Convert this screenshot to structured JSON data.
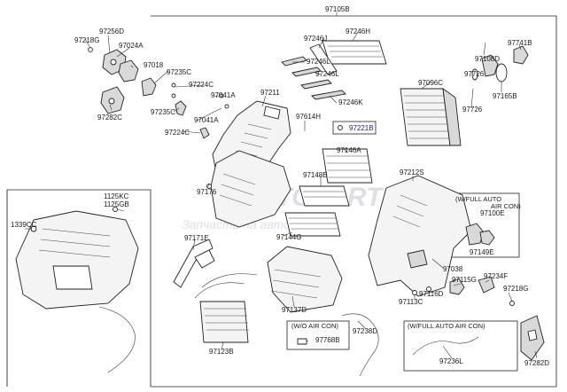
{
  "labels": {
    "p97105B": "97105B",
    "p97218G_a": "97218G",
    "p97256D": "97256D",
    "p97024A": "97024A",
    "p97018": "97018",
    "p97235C_a": "97235C",
    "p97282C": "97282C",
    "p97224C_a": "97224C",
    "p97041A_a": "97041A",
    "p97235C_b": "97235C",
    "p97041A_b": "97041A",
    "p97224C_b": "97224C",
    "p97211": "97211",
    "p97246J": "97246J",
    "p97246H": "97246H",
    "p97246L_a": "97246L",
    "p97246L_b": "97246L",
    "p97246K": "97246K",
    "p97614H": "97614H",
    "p97221B": "97221B",
    "p97108D": "97108D",
    "p97741B": "97741B",
    "p97726_a": "97726",
    "p97165B": "97165B",
    "p97096C": "97096C",
    "p97726_b": "97726",
    "p97146A": "97146A",
    "p97148B": "97148B",
    "p97212S": "97212S",
    "p97176": "97176",
    "p1125KC": "1125KC",
    "p1125GB": "1125GB",
    "p1339CC": "1339CC",
    "p97171E": "97171E",
    "p97144G": "97144G",
    "p97100E": "97100E",
    "p97149E": "97149E",
    "p97038": "97038",
    "p97115G": "97115G",
    "p97116D": "97116D",
    "p97234F": "97234F",
    "p97218G_b": "97218G",
    "p97113C": "97113C",
    "p97137D": "97137D",
    "p97238D": "97238D",
    "p97768B": "97768B",
    "p97123B": "97123B",
    "p97236L": "97236L",
    "p97282D": "97282D"
  },
  "notes": {
    "full_auto_top_1": "(W/FULL AUTO",
    "full_auto_top_2": "AIR CON)",
    "wo_air_con_1": "(W/O AIR CON)",
    "full_auto_bottom_1": "(WFULL AUTO AIR CON)",
    "full_auto_bottom_2": "(W/FULL AUTO AIR CON)"
  },
  "watermark": {
    "brand": "AUTOPARTS",
    "sub": "Запчасти на авто"
  }
}
